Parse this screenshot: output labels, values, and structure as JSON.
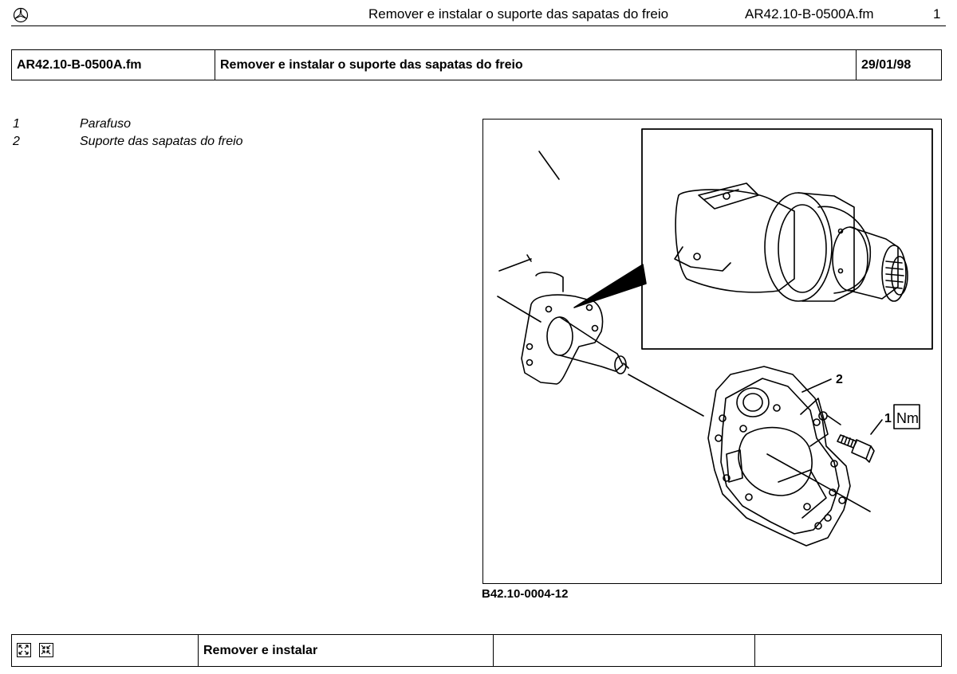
{
  "header": {
    "title": "Remover e instalar o suporte das sapatas do freio",
    "code": "AR42.10-B-0500A.fm",
    "page": "1"
  },
  "meta_table": {
    "doc": "AR42.10-B-0500A.fm",
    "title": "Remover e instalar o suporte das sapatas do freio",
    "date": "29/01/98"
  },
  "legend": [
    {
      "num": "1",
      "label": "Parafuso"
    },
    {
      "num": "2",
      "label": "Suporte das sapatas do freio"
    }
  ],
  "figure": {
    "callout_2": "2",
    "callout_1": "1",
    "torque_symbol": "Nm",
    "caption": "B42.10-0004-12"
  },
  "footer": {
    "section": "Remover e instalar",
    "icons": [
      "arrows-out-icon",
      "arrows-in-icon"
    ]
  }
}
